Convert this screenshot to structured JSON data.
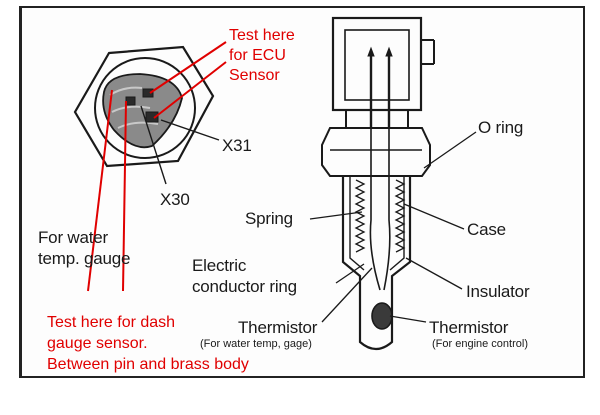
{
  "labels": {
    "o_ring": "O ring",
    "x31": "X31",
    "x30": "X30",
    "spring": "Spring",
    "case": "Case",
    "water_gauge_line1": "For water",
    "water_gauge_line2": "temp. gauge",
    "electric_line1": "Electric",
    "electric_line2": "conductor ring",
    "insulator": "Insulator",
    "thermistor_left": "Thermistor",
    "thermistor_left_sub": "(For water temp, gage)",
    "thermistor_right": "Thermistor",
    "thermistor_right_sub": "(For engine control)"
  },
  "annotations": {
    "ecu_line1": "Test here",
    "ecu_line2": "for ECU",
    "ecu_line3": "Sensor",
    "dash_line1": "Test here for dash",
    "dash_line2": "gauge sensor.",
    "dash_line3": "Between pin and brass body"
  },
  "colors": {
    "annotation": "#e00000",
    "ink": "#1a1a1a"
  }
}
